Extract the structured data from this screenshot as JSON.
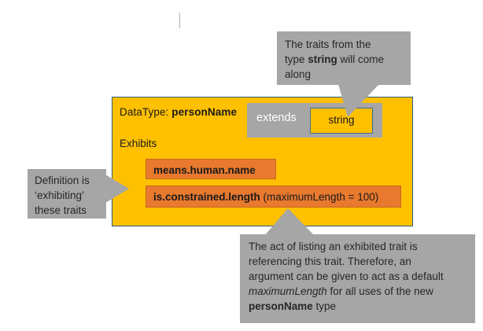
{
  "diagram": {
    "title_prefix": "DataType: ",
    "title_name": "personName",
    "exhibits_label": "Exhibits",
    "extends_label": "extends",
    "extends_type": "string",
    "traits": [
      {
        "name": "means.human.name",
        "argument": ""
      },
      {
        "name": "is.constrained.length",
        "argument": " (maximumLength = 100)"
      }
    ]
  },
  "callouts": {
    "top": {
      "line1": "The traits from the",
      "line2_a": "type ",
      "line2_bold": "string",
      "line2_b": " will come",
      "line3": "along"
    },
    "left": {
      "line1": "Definition is",
      "line2": "‘exhibiting’",
      "line3": "these traits"
    },
    "bottom": {
      "line1": "The act of listing an exhibited trait is",
      "line2": "referencing this trait. Therefore, an",
      "line3": "argument can be given to act as a default",
      "line4_italic": "maximumLength",
      "line4_rest": " for all uses of the new",
      "line5_bold": "personName",
      "line5_rest": " type"
    }
  },
  "colors": {
    "panel_fill": "#FFC000",
    "panel_border": "#2E5C78",
    "trait_fill": "#E8792E",
    "trait_border": "#C9671F",
    "callout_gray": "#A6A6A6",
    "extends_text": "#FFFFFF",
    "body_text": "#262626",
    "stray_line": "#B3B3B3"
  }
}
